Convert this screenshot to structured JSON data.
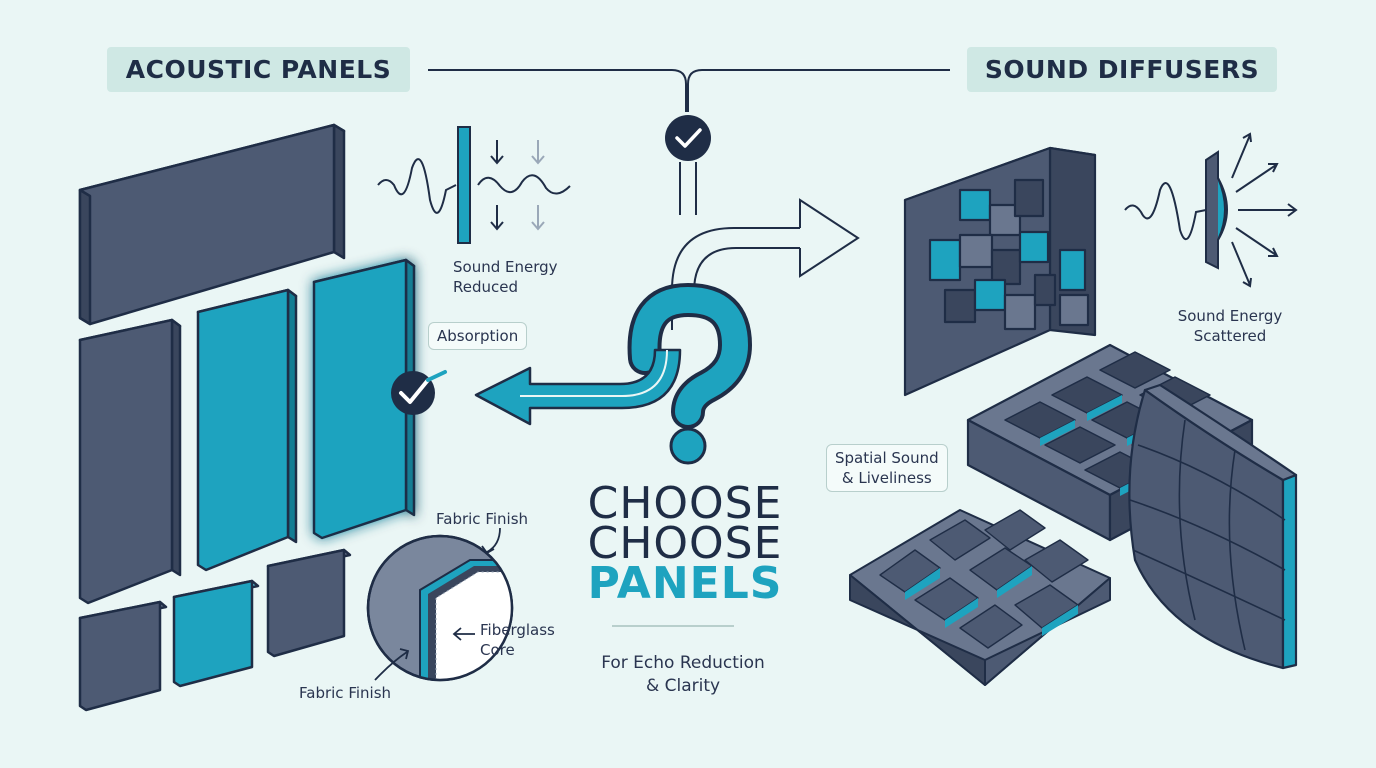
{
  "headers": {
    "left": "ACOUSTIC PANELS",
    "right": "SOUND DIFFUSERS"
  },
  "labels": {
    "energy_reduced": [
      "Sound Energy",
      "Reduced"
    ],
    "absorption": "Absorption",
    "fabric_finish_top": "Fabric Finish",
    "fiberglass_core": [
      "Fiberglass",
      "Core"
    ],
    "fabric_finish_bottom": "Fabric Finish",
    "energy_scattered": [
      "Sound Energy",
      "Scattered"
    ],
    "spatial_sound": [
      "Spatial Sound",
      "& Liveliness"
    ]
  },
  "title": {
    "line1": "CHOOSE",
    "line2": "CHOOSE",
    "line3": "PANELS",
    "subtitle": [
      "For Echo Reduction",
      "& Clarity"
    ]
  },
  "icons": [
    "check-icon",
    "question-mark-icon",
    "arrow-left-icon",
    "arrow-right-icon",
    "sound-wave-icon"
  ],
  "colors": {
    "accent": "#1ea3bf",
    "panel": "#4d5a73",
    "outline": "#1f2d46",
    "background": "#eaf6f5"
  }
}
